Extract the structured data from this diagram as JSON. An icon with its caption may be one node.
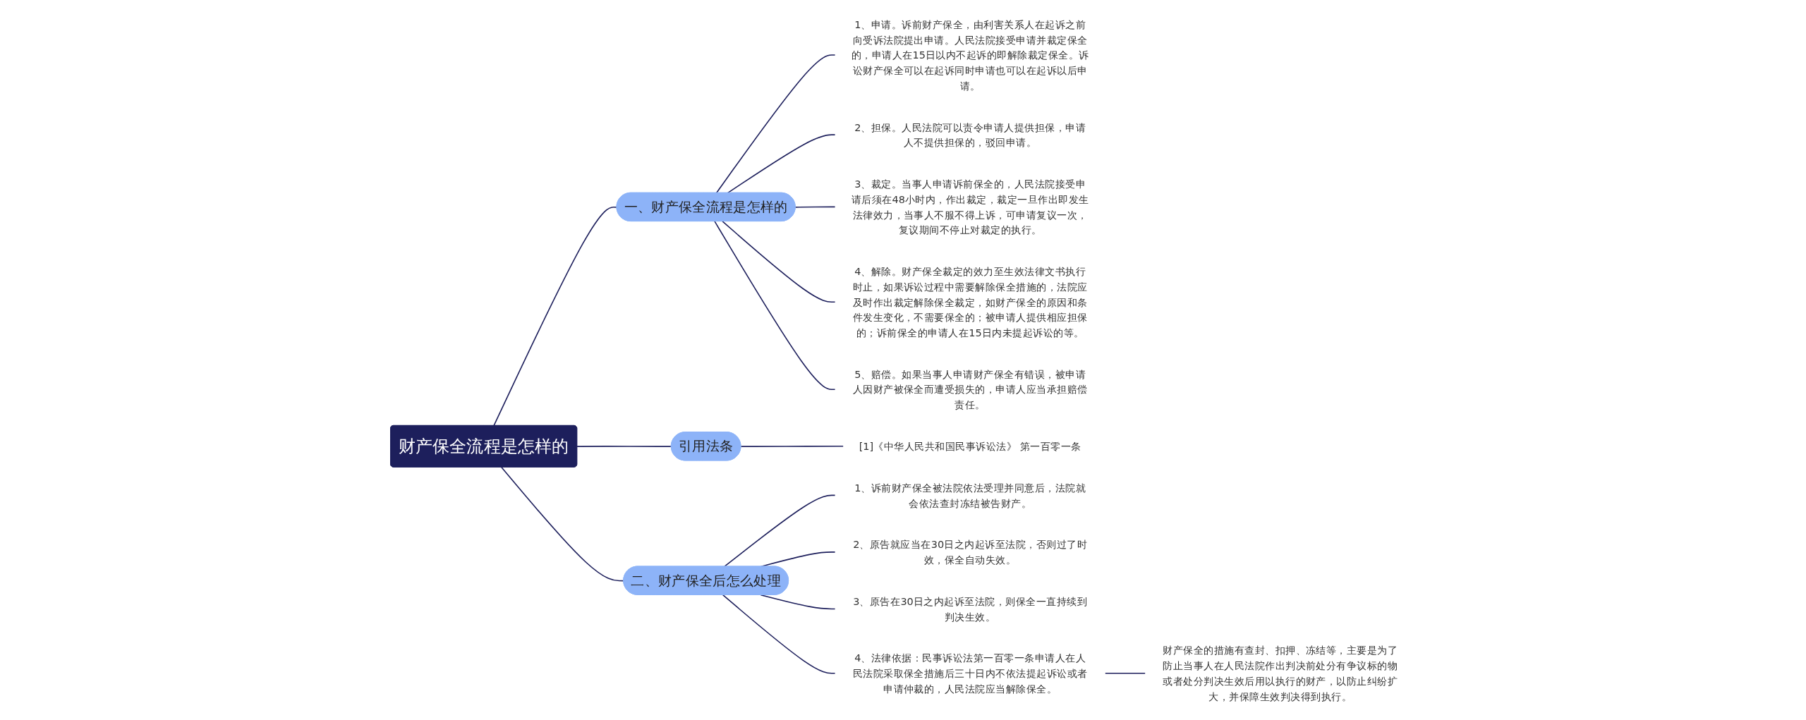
{
  "diagram": {
    "nodes": [
      {
        "text": [
          "财产保全流程是怎样的"
        ]
      },
      {
        "text": [
          "一、财产保全流程是怎样的"
        ]
      },
      {
        "text": [
          "1、申请。诉前财产保全，由利害关系人在起诉之前向受诉法院提出申请。人民法院接受申请并裁定保全的，申请人在15日以内不起诉的即解除裁定保全。诉讼财产保全可以在起诉同时申请也可以在起诉以后申请。"
        ]
      },
      {
        "text": [
          "2、担保。人民法院可以责令申请人提供担保，申请人不提供担保的，驳回申请。"
        ]
      },
      {
        "text": [
          "3、裁定。当事人申请诉前保全的，人民法院接受申请后须在48小时内，作出裁定，裁定一旦作出即发生法律效力，当事人不服不得上诉，可申请复议一次，复议期间不停止对裁定的执行。"
        ]
      },
      {
        "text": [
          "4、解除。财产保全裁定的效力至生效法律文书执行时止，如果诉讼过程中需要解除保全措施的，法院应及时作出裁定解除保全裁定，如财产保全的原因和条件发生变化，不需要保全的；被申请人提供相应担保的；诉前保全的申请人在15日内未提起诉讼的等。"
        ]
      },
      {
        "text": [
          "5、赔偿。如果当事人申请财产保全有错误，被申请人因财产被保全而遭受损失的，申请人应当承担赔偿责任。"
        ]
      },
      {
        "text": [
          "引用法条"
        ]
      },
      {
        "text": [
          "[1]《中华人民共和国民事诉讼法》 第一百零一条"
        ]
      },
      {
        "text": [
          "二、财产保全后怎么处理"
        ]
      },
      {
        "text": [
          "1、诉前财产保全被法院依法受理并同意后，法院就会依法查封冻结被告财产。"
        ]
      },
      {
        "text": [
          "2、原告就应当在30日之内起诉至法院，否则过了时效，保全自动失效。"
        ]
      },
      {
        "text": [
          "3、原告在30日之内起诉至法院，则保全一直持续到判决生效。"
        ]
      },
      {
        "text": [
          "4、法律依据：民事诉讼法第一百零一条申请人在人民法院采取保全措施后三十日内不依法提起诉讼或者申请仲裁的，人民法院应当解除保全。"
        ]
      },
      {
        "text": [
          "财产保全的措施有查封、扣押、冻结等，主要是为了防止当事人在人民法院作出判决前处分有争议标的物或者处分判决生效后用以执行的财产，以防止纠纷扩大，并保障生效判决得到执行。"
        ]
      }
    ],
    "edges": [
      {
        "from": 0,
        "to": 1,
        "arrow": "none"
      },
      {
        "from": 1,
        "to": 2,
        "arrow": "none"
      },
      {
        "from": 1,
        "to": 3,
        "arrow": "none"
      },
      {
        "from": 1,
        "to": 4,
        "arrow": "none"
      },
      {
        "from": 1,
        "to": 5,
        "arrow": "none"
      },
      {
        "from": 1,
        "to": 6,
        "arrow": "none"
      },
      {
        "from": 0,
        "to": 7,
        "arrow": "none"
      },
      {
        "from": 7,
        "to": 8,
        "arrow": "none"
      },
      {
        "from": 0,
        "to": 9,
        "arrow": "none"
      },
      {
        "from": 9,
        "to": 10,
        "arrow": "none"
      },
      {
        "from": 9,
        "to": 11,
        "arrow": "none"
      },
      {
        "from": 9,
        "to": 12,
        "arrow": "none"
      },
      {
        "from": 9,
        "to": 13,
        "arrow": "none"
      },
      {
        "from": 13,
        "to": 14,
        "arrow": "none"
      }
    ]
  }
}
